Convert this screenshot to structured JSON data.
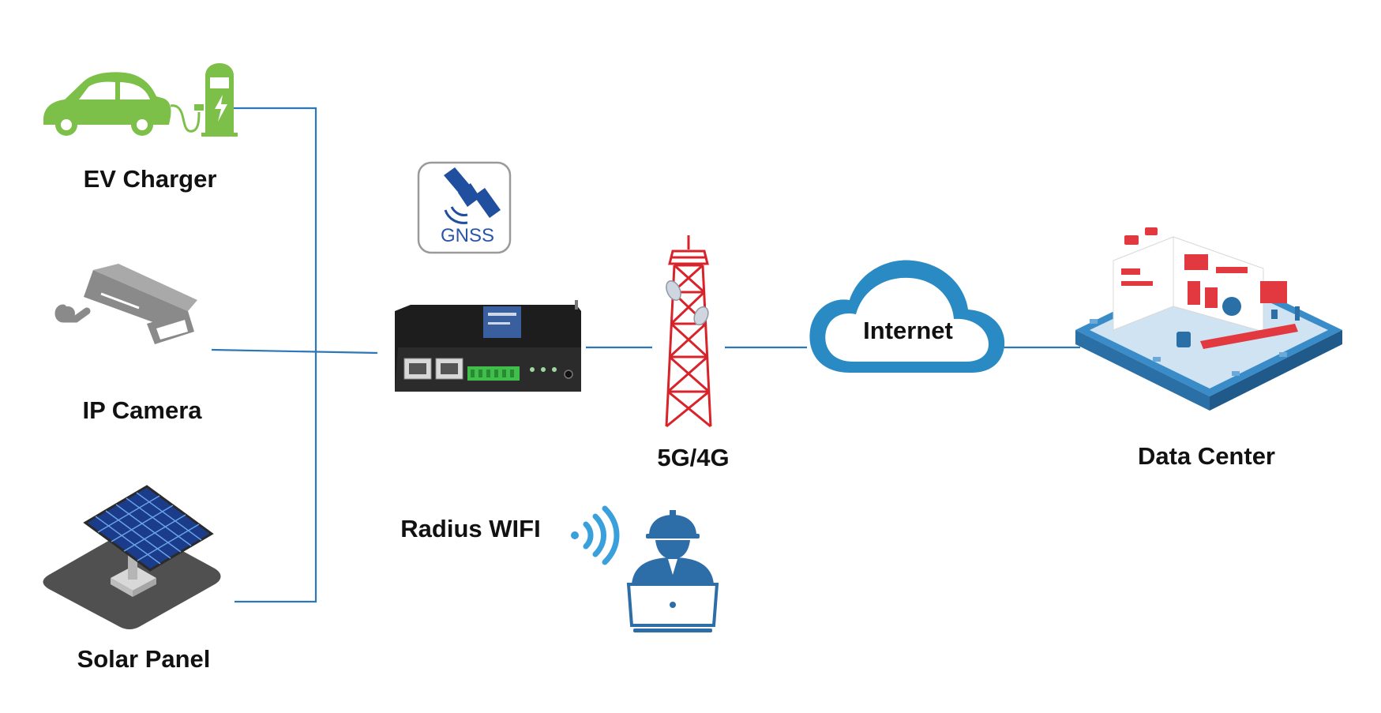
{
  "nodes": {
    "ev_charger": {
      "label": "EV Charger"
    },
    "ip_camera": {
      "label": "IP Camera"
    },
    "solar_panel": {
      "label": "Solar Panel"
    },
    "gnss": {
      "label": "GNSS"
    },
    "tower": {
      "label": "5G/4G"
    },
    "internet": {
      "label": "Internet"
    },
    "data_center": {
      "label": "Data Center"
    },
    "wifi": {
      "label": "Radius WIFI"
    }
  },
  "colors": {
    "link": "#2c77b8",
    "ev_green": "#7cc04a",
    "tower_red": "#d8232a",
    "cloud_blue": "#2a8ac4",
    "worker_blue": "#2e6ea8",
    "wifi_blue": "#3aa0dc"
  },
  "icons": [
    "ev-car-icon",
    "charger-station-icon",
    "ip-camera-icon",
    "solar-panel-icon",
    "gnss-satellite-icon",
    "router-icon",
    "cell-tower-icon",
    "cloud-icon",
    "data-center-icon",
    "wifi-signal-icon",
    "worker-laptop-icon"
  ]
}
